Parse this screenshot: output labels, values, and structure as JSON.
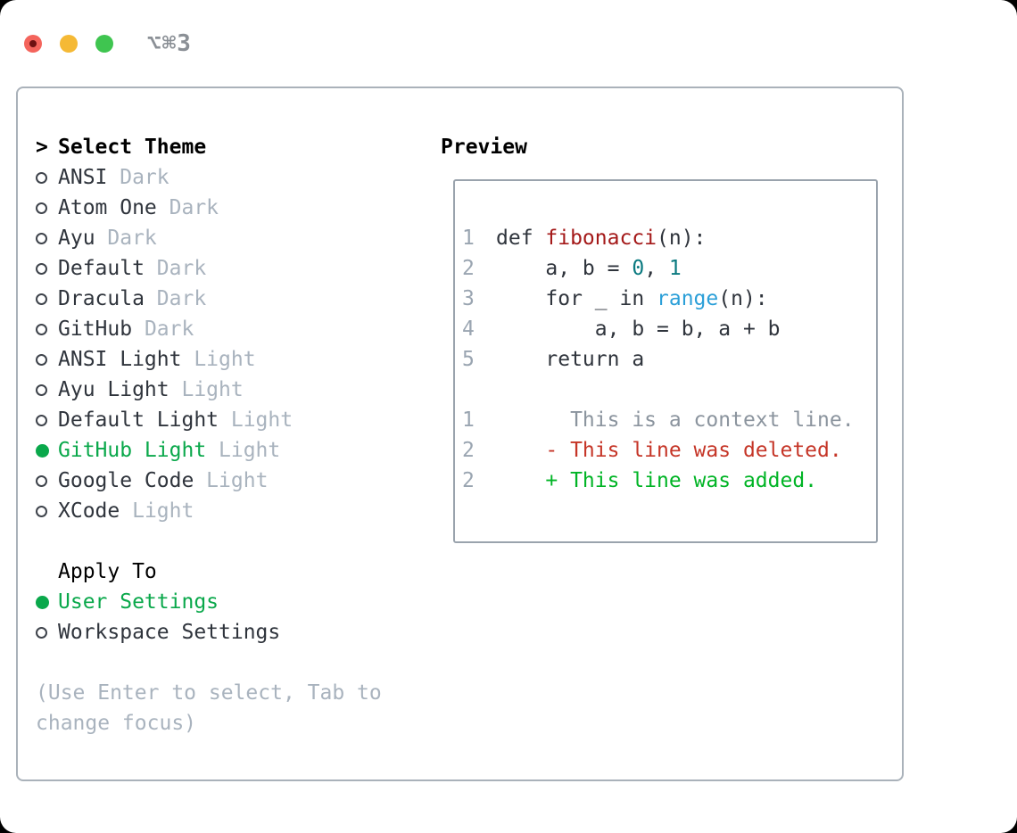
{
  "window": {
    "title_shortcut": "⌥⌘3"
  },
  "theme_panel": {
    "header": {
      "prefix": ">",
      "label": "Select Theme"
    },
    "themes": [
      {
        "name": "ANSI",
        "variant": "Dark",
        "selected": false
      },
      {
        "name": "Atom One",
        "variant": "Dark",
        "selected": false
      },
      {
        "name": "Ayu",
        "variant": "Dark",
        "selected": false
      },
      {
        "name": "Default",
        "variant": "Dark",
        "selected": false
      },
      {
        "name": "Dracula",
        "variant": "Dark",
        "selected": false
      },
      {
        "name": "GitHub",
        "variant": "Dark",
        "selected": false
      },
      {
        "name": "ANSI Light",
        "variant": "Light",
        "selected": false
      },
      {
        "name": "Ayu Light",
        "variant": "Light",
        "selected": false
      },
      {
        "name": "Default Light",
        "variant": "Light",
        "selected": false
      },
      {
        "name": "GitHub Light",
        "variant": "Light",
        "selected": true
      },
      {
        "name": "Google Code",
        "variant": "Light",
        "selected": false
      },
      {
        "name": "XCode",
        "variant": "Light",
        "selected": false
      }
    ],
    "apply_to": {
      "label": "Apply To",
      "options": [
        {
          "name": "User Settings",
          "selected": true
        },
        {
          "name": "Workspace Settings",
          "selected": false
        }
      ]
    },
    "hint_lines": [
      "(Use Enter to select, Tab to",
      "change focus)"
    ]
  },
  "preview": {
    "label": "Preview",
    "code_lines": [
      {
        "kind": "code",
        "num": "1",
        "tokens": [
          {
            "text": "def ",
            "style": "plain"
          },
          {
            "text": "fibonacci",
            "style": "function"
          },
          {
            "text": "(n):",
            "style": "plain"
          }
        ]
      },
      {
        "kind": "code",
        "num": "2",
        "tokens": [
          {
            "text": "    a, b = ",
            "style": "plain"
          },
          {
            "text": "0",
            "style": "number"
          },
          {
            "text": ", ",
            "style": "plain"
          },
          {
            "text": "1",
            "style": "number"
          }
        ]
      },
      {
        "kind": "code",
        "num": "3",
        "tokens": [
          {
            "text": "    for _ in ",
            "style": "plain"
          },
          {
            "text": "range",
            "style": "builtin"
          },
          {
            "text": "(n):",
            "style": "plain"
          }
        ]
      },
      {
        "kind": "code",
        "num": "4",
        "tokens": [
          {
            "text": "        a, b = b, a + b",
            "style": "plain"
          }
        ]
      },
      {
        "kind": "code",
        "num": "5",
        "tokens": [
          {
            "text": "    return a",
            "style": "plain"
          }
        ]
      },
      {
        "kind": "blank",
        "num": "",
        "tokens": []
      },
      {
        "kind": "diff-context",
        "num": "1",
        "tokens": [
          {
            "text": "      This is a context line.",
            "style": "context"
          }
        ]
      },
      {
        "kind": "diff-deleted",
        "num": "2",
        "tokens": [
          {
            "text": "    - This line was deleted.",
            "style": "deleted"
          }
        ]
      },
      {
        "kind": "diff-added",
        "num": "2",
        "tokens": [
          {
            "text": "    + This line was added.",
            "style": "added"
          }
        ]
      }
    ]
  },
  "colors": {
    "text": "#2f343c",
    "muted": "#a9b3be",
    "accent_green": "#0aa84b",
    "radio_border": "#3e434b",
    "func_red": "#a41919",
    "num_teal": "#0b7a80",
    "builtin_blue": "#2b9fd8",
    "ctx_gray": "#8b949e",
    "del_red": "#c53527",
    "add_green": "#00b425",
    "linenum": "#9aa5b1",
    "panel_border": "#aab2ba",
    "preview_border": "#9aa3ad",
    "title_gray": "#8b9096",
    "tl_red": "#f4645c",
    "tl_red_dot": "#6e1111",
    "tl_yellow": "#f5b935",
    "tl_green": "#3fc550"
  }
}
